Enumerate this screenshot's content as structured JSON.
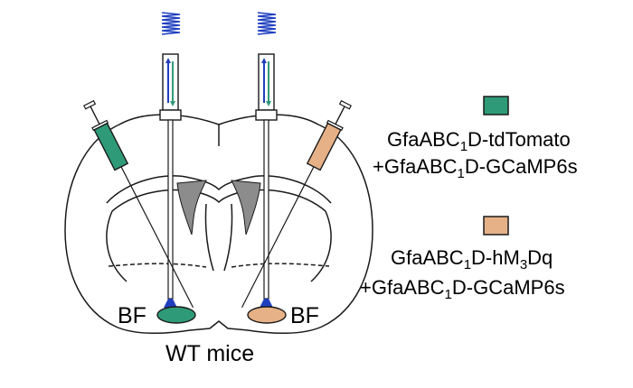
{
  "colors": {
    "green": "#2f9a78",
    "orange": "#e7b187",
    "blue": "#1f3fbf",
    "ventricle": "#8c8c8c",
    "outline": "#1a1a1a"
  },
  "icons": [
    "spring-icon",
    "optic-fiber-icon",
    "syringe-icon",
    "brain-outline"
  ],
  "labels": {
    "left_region": "BF",
    "right_region": "BF",
    "caption": "WT mice"
  },
  "legend": [
    {
      "color_key": "green",
      "line1": {
        "prefix": "GfaABC",
        "sub": "1",
        "suffix": "D-tdTomato"
      },
      "line2": {
        "prefix": "+GfaABC",
        "sub": "1",
        "suffix": "D-GCaMP6s"
      }
    },
    {
      "color_key": "orange",
      "line1": {
        "prefix": "GfaABC",
        "sub": "1",
        "suffix": "D-hM",
        "sub2": "3",
        "suffix2": "Dq"
      },
      "line2": {
        "prefix": "+GfaABC",
        "sub": "1",
        "suffix": "D-GCaMP6s"
      }
    }
  ]
}
